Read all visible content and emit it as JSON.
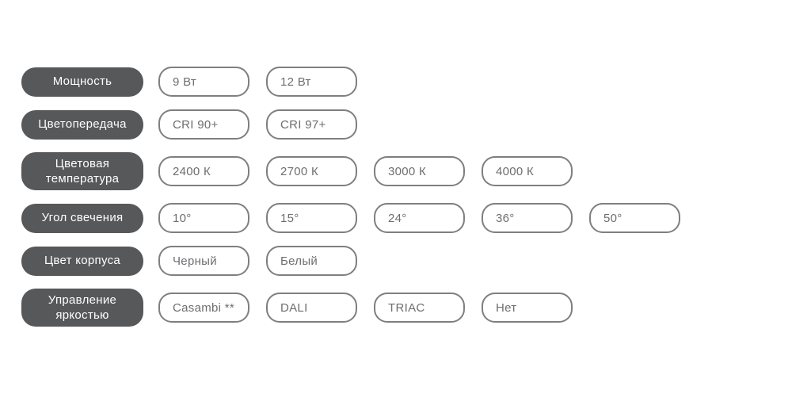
{
  "colors": {
    "label_background": "#57585a",
    "label_text": "#ffffff",
    "option_border": "#7d7f82",
    "option_text": "#6d6e71",
    "page_background": "#ffffff"
  },
  "rows": [
    {
      "label": "Мощность",
      "options": [
        "9 Вт",
        "12 Вт"
      ]
    },
    {
      "label": "Цветопередача",
      "options": [
        "CRI 90+",
        "CRI 97+"
      ]
    },
    {
      "label": "Цветовая температура",
      "options": [
        "2400 К",
        "2700 К",
        "3000 К",
        "4000 К"
      ]
    },
    {
      "label": "Угол свечения",
      "options": [
        "10°",
        "15°",
        "24°",
        "36°",
        "50°"
      ]
    },
    {
      "label": "Цвет корпуса",
      "options": [
        "Черный",
        "Белый"
      ]
    },
    {
      "label": "Управление яркостью",
      "options": [
        "Casambi **",
        "DALI",
        "TRIAC",
        "Нет"
      ]
    }
  ]
}
